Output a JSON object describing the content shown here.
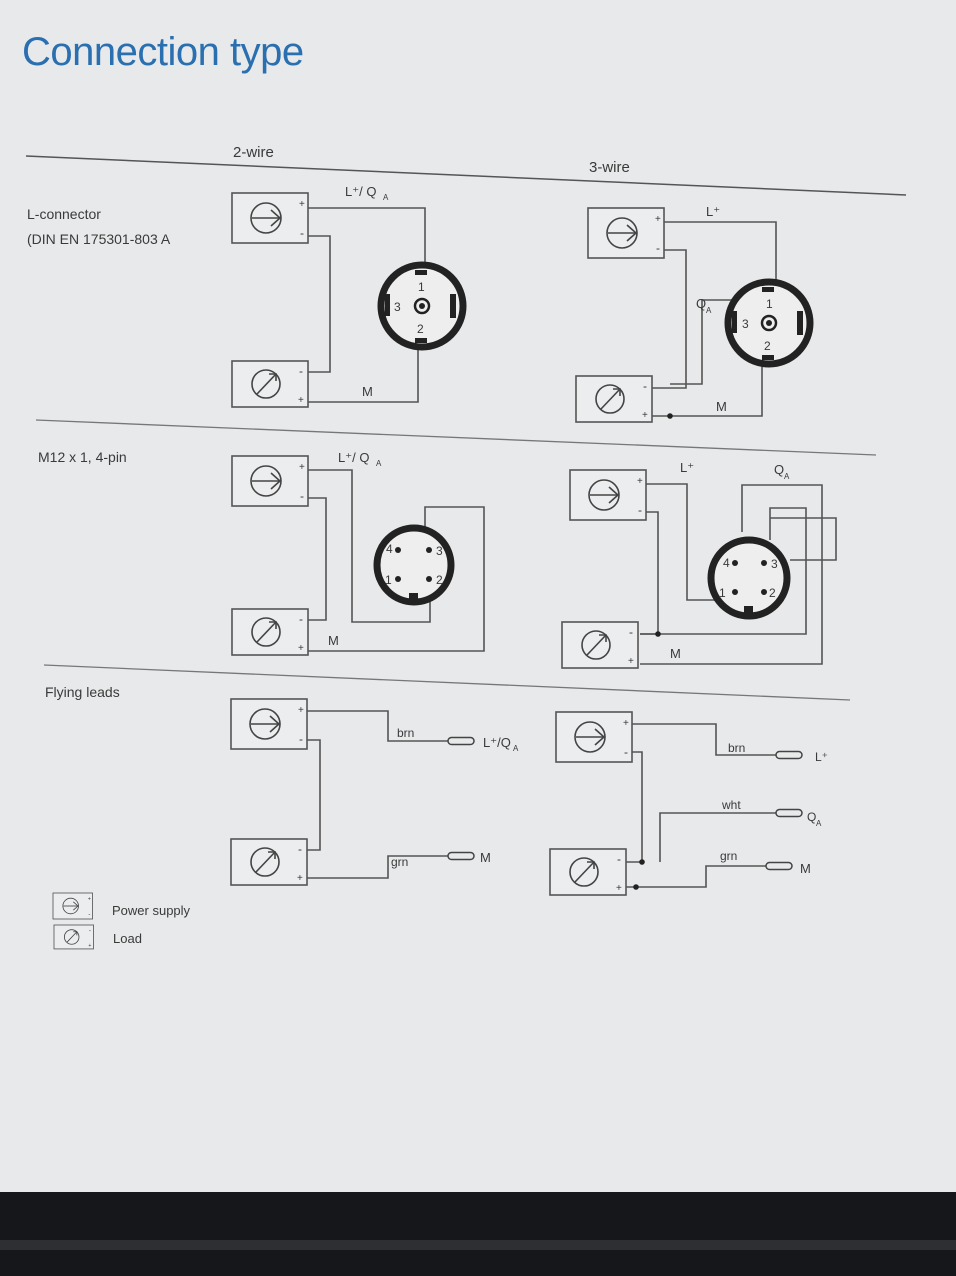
{
  "page": {
    "title": "Connection type"
  },
  "columns": {
    "two_wire": "2-wire",
    "three_wire": "3-wire"
  },
  "rows": {
    "l_connector": {
      "line1": "L-connector",
      "line2": "(DIN EN 175301-803 A"
    },
    "m12": {
      "label": "M12 x 1, 4-pin"
    },
    "flying": {
      "label": "Flying leads"
    }
  },
  "wires": {
    "lq": "L⁺/ Q",
    "lq_sub": "A",
    "lplus": "L⁺",
    "q": "Q",
    "q_sub": "A",
    "m": "M",
    "brn": "brn",
    "grn": "grn",
    "wht": "wht",
    "lq_flat": "L⁺/Q"
  },
  "pins": {
    "p1": "1",
    "p2": "2",
    "p3": "3",
    "p4": "4"
  },
  "legend": {
    "power_supply": "Power supply",
    "load": "Load"
  },
  "symbols": {
    "plus": "+",
    "minus": "-"
  },
  "colors": {
    "title": "#2a6fb0",
    "sheet": "#e7e9ea",
    "lines": "#555555"
  }
}
